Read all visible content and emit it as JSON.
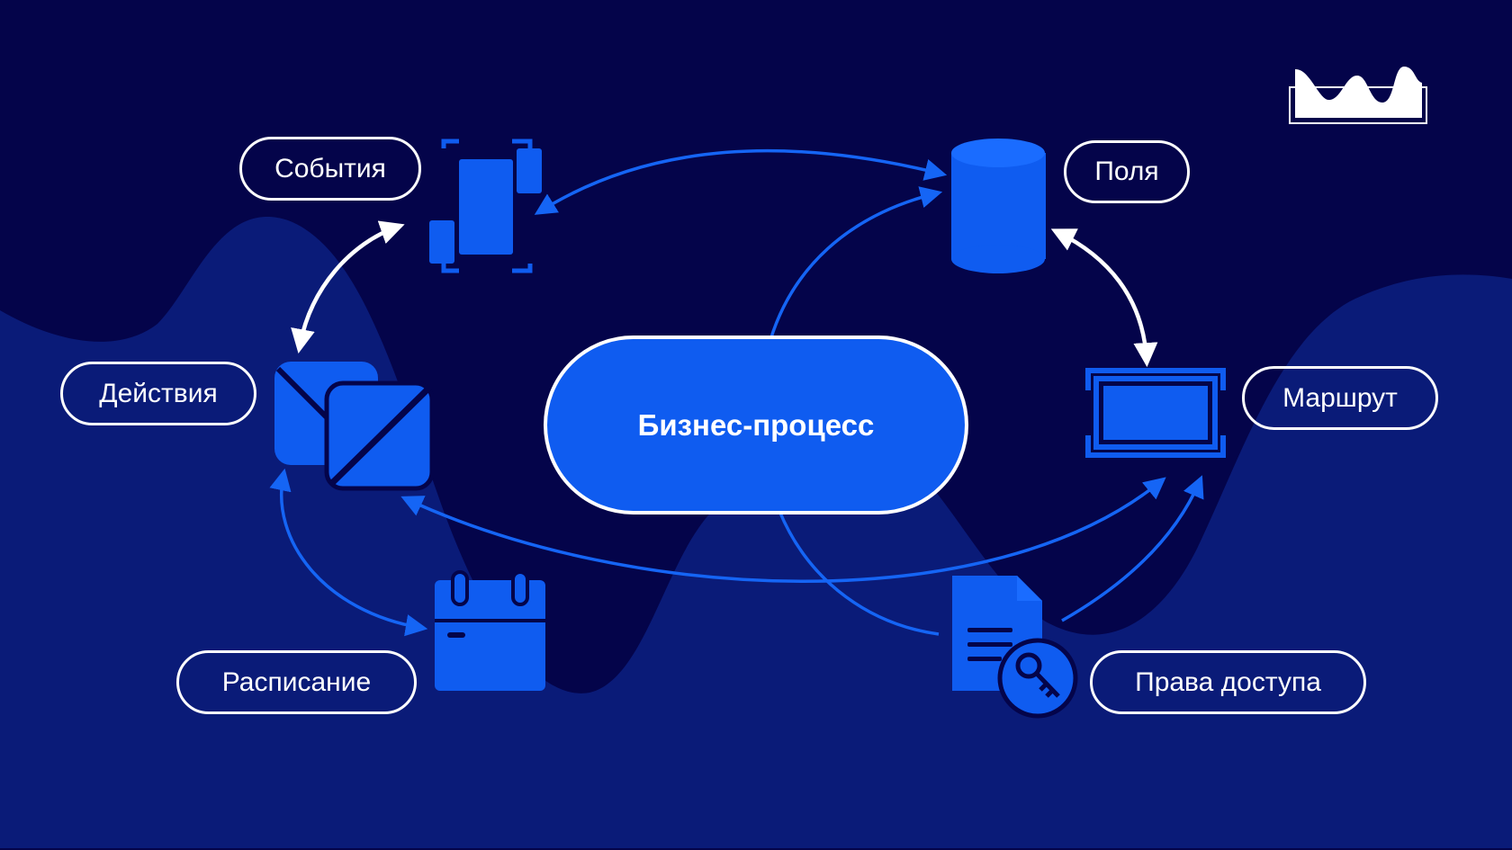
{
  "colors": {
    "background": "#04044a",
    "wave": "#0a1b78",
    "accent": "#0f5cf0",
    "arrow": "#1565f5",
    "outline": "#ffffff"
  },
  "center": {
    "label": "Бизнес-процесс"
  },
  "nodes": [
    {
      "id": "events",
      "label": "События",
      "icon": "events-frame-icon"
    },
    {
      "id": "fields",
      "label": "Поля",
      "icon": "database-icon"
    },
    {
      "id": "actions",
      "label": "Действия",
      "icon": "actions-squares-icon"
    },
    {
      "id": "route",
      "label": "Маршрут",
      "icon": "route-frame-icon"
    },
    {
      "id": "schedule",
      "label": "Расписание",
      "icon": "calendar-icon"
    },
    {
      "id": "access",
      "label": "Права доступа",
      "icon": "document-key-icon"
    }
  ],
  "connections": [
    {
      "from": "fields",
      "to": "events",
      "style": "blue",
      "heads": "both"
    },
    {
      "from": "events",
      "to": "actions",
      "style": "white",
      "heads": "both"
    },
    {
      "from": "fields",
      "to": "route",
      "style": "white",
      "heads": "both"
    },
    {
      "from": "actions",
      "to": "schedule",
      "style": "blue",
      "heads": "both"
    },
    {
      "from": "actions",
      "to": "route",
      "style": "blue",
      "heads": "both"
    },
    {
      "from": "business-process",
      "to": "fields",
      "style": "blue",
      "heads": "end"
    },
    {
      "from": "business-process",
      "to": "access",
      "style": "blue",
      "heads": "none"
    },
    {
      "from": "access",
      "to": "route",
      "style": "blue",
      "heads": "end"
    }
  ],
  "logo": {
    "icon": "brand-wave-logo-icon"
  }
}
